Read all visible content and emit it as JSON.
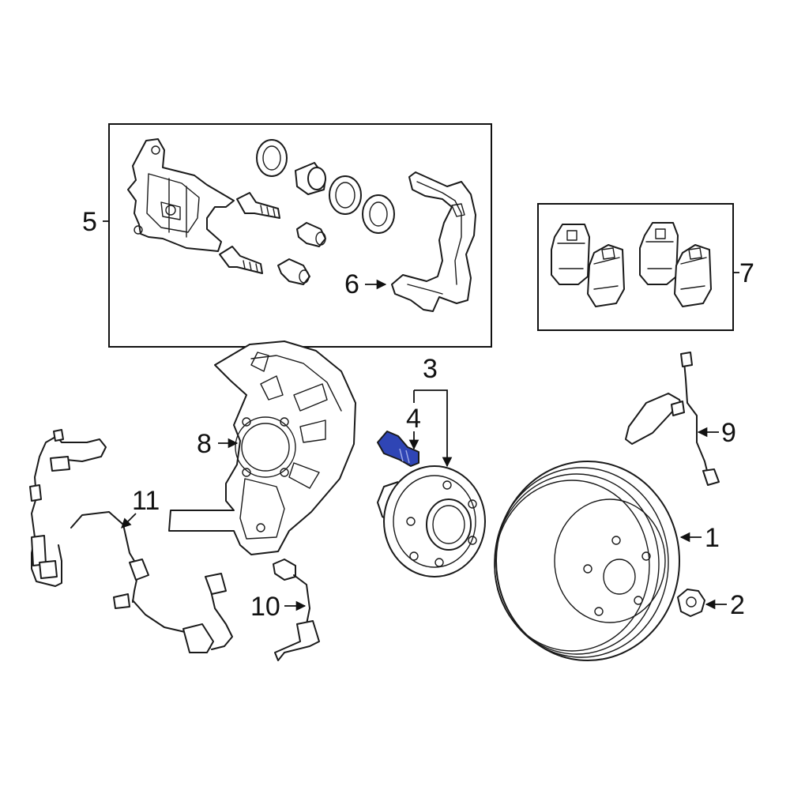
{
  "colors": {
    "line": "#1a1a1a",
    "highlight": "#2f45b5",
    "background": "#ffffff"
  },
  "callouts": {
    "c1": "1",
    "c2": "2",
    "c3": "3",
    "c4": "4",
    "c5": "5",
    "c6": "6",
    "c7": "7",
    "c8": "8",
    "c9": "9",
    "c10": "10",
    "c11": "11"
  },
  "highlighted_part": "4",
  "groups": {
    "caliper_kit": "5",
    "pad_set": "7"
  }
}
